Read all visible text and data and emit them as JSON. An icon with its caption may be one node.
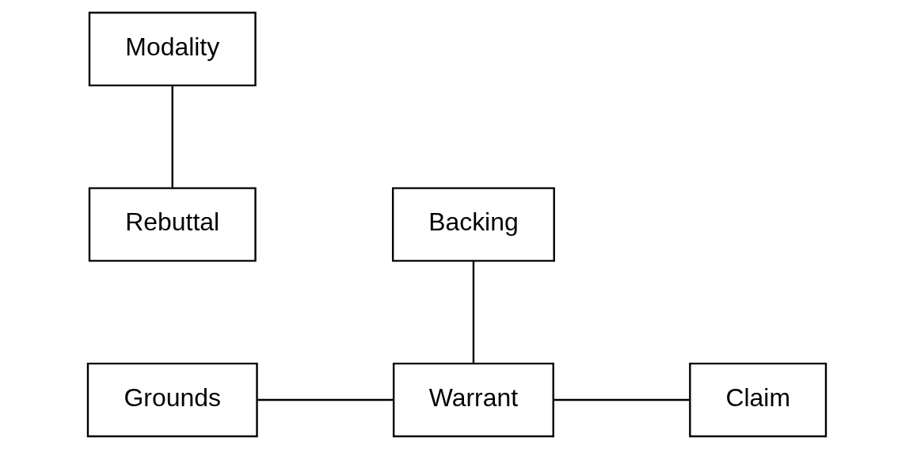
{
  "diagram": {
    "nodes": [
      {
        "text": [
          "Backing"
        ]
      },
      {
        "text": [
          "Modality"
        ]
      },
      {
        "text": [
          "Grounds"
        ]
      },
      {
        "text": [
          "Warrant"
        ]
      },
      {
        "text": [
          "Claim"
        ]
      },
      {
        "text": [
          "Rebuttal"
        ]
      }
    ],
    "edges": [
      {
        "from": 0,
        "to": 3,
        "arrow": "none"
      },
      {
        "from": 2,
        "to": 3,
        "arrow": "none"
      },
      {
        "from": 3,
        "to": 4,
        "arrow": "none"
      },
      {
        "from": 1,
        "to": 5,
        "arrow": "none"
      }
    ]
  }
}
